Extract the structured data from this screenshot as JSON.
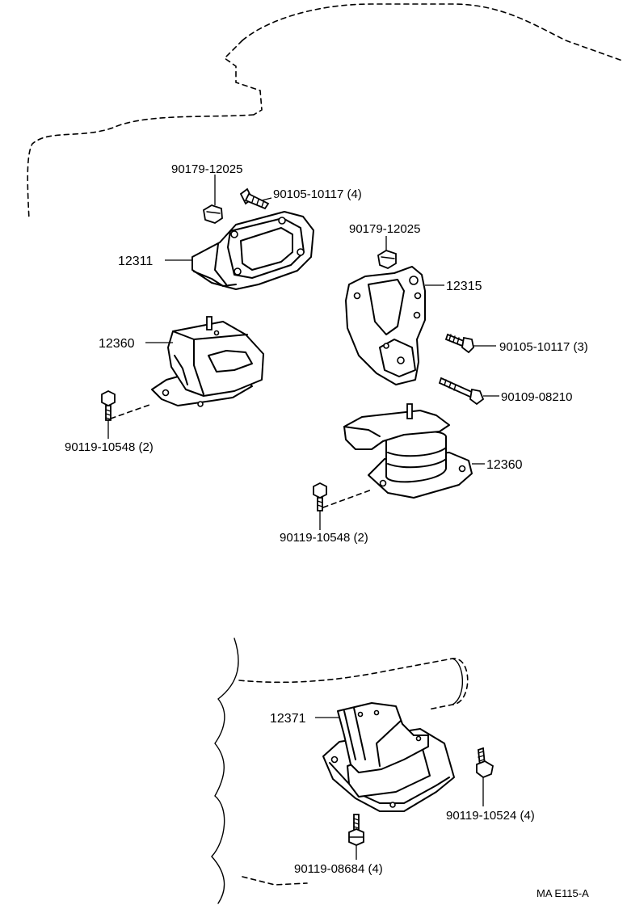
{
  "labels": {
    "upper_nut_left": "90179-12025",
    "upper_bolt_left": "90105-10117 (4)",
    "bracket_left": "12311",
    "insulator_left": "12360",
    "bolt_lower_left": "90119-10548 (2)",
    "upper_nut_right": "90179-12025",
    "bracket_right": "12315",
    "bolt_right_1": "90105-10117 (3)",
    "bolt_right_2": "90109-08210",
    "insulator_right": "12360",
    "bolt_lower_right": "90119-10548 (2)",
    "rear_insulator": "12371",
    "bolt_rear_right": "90119-10524 (4)",
    "bolt_rear_bottom": "90119-08684 (4)",
    "figure_code": "MA  E115-A"
  }
}
